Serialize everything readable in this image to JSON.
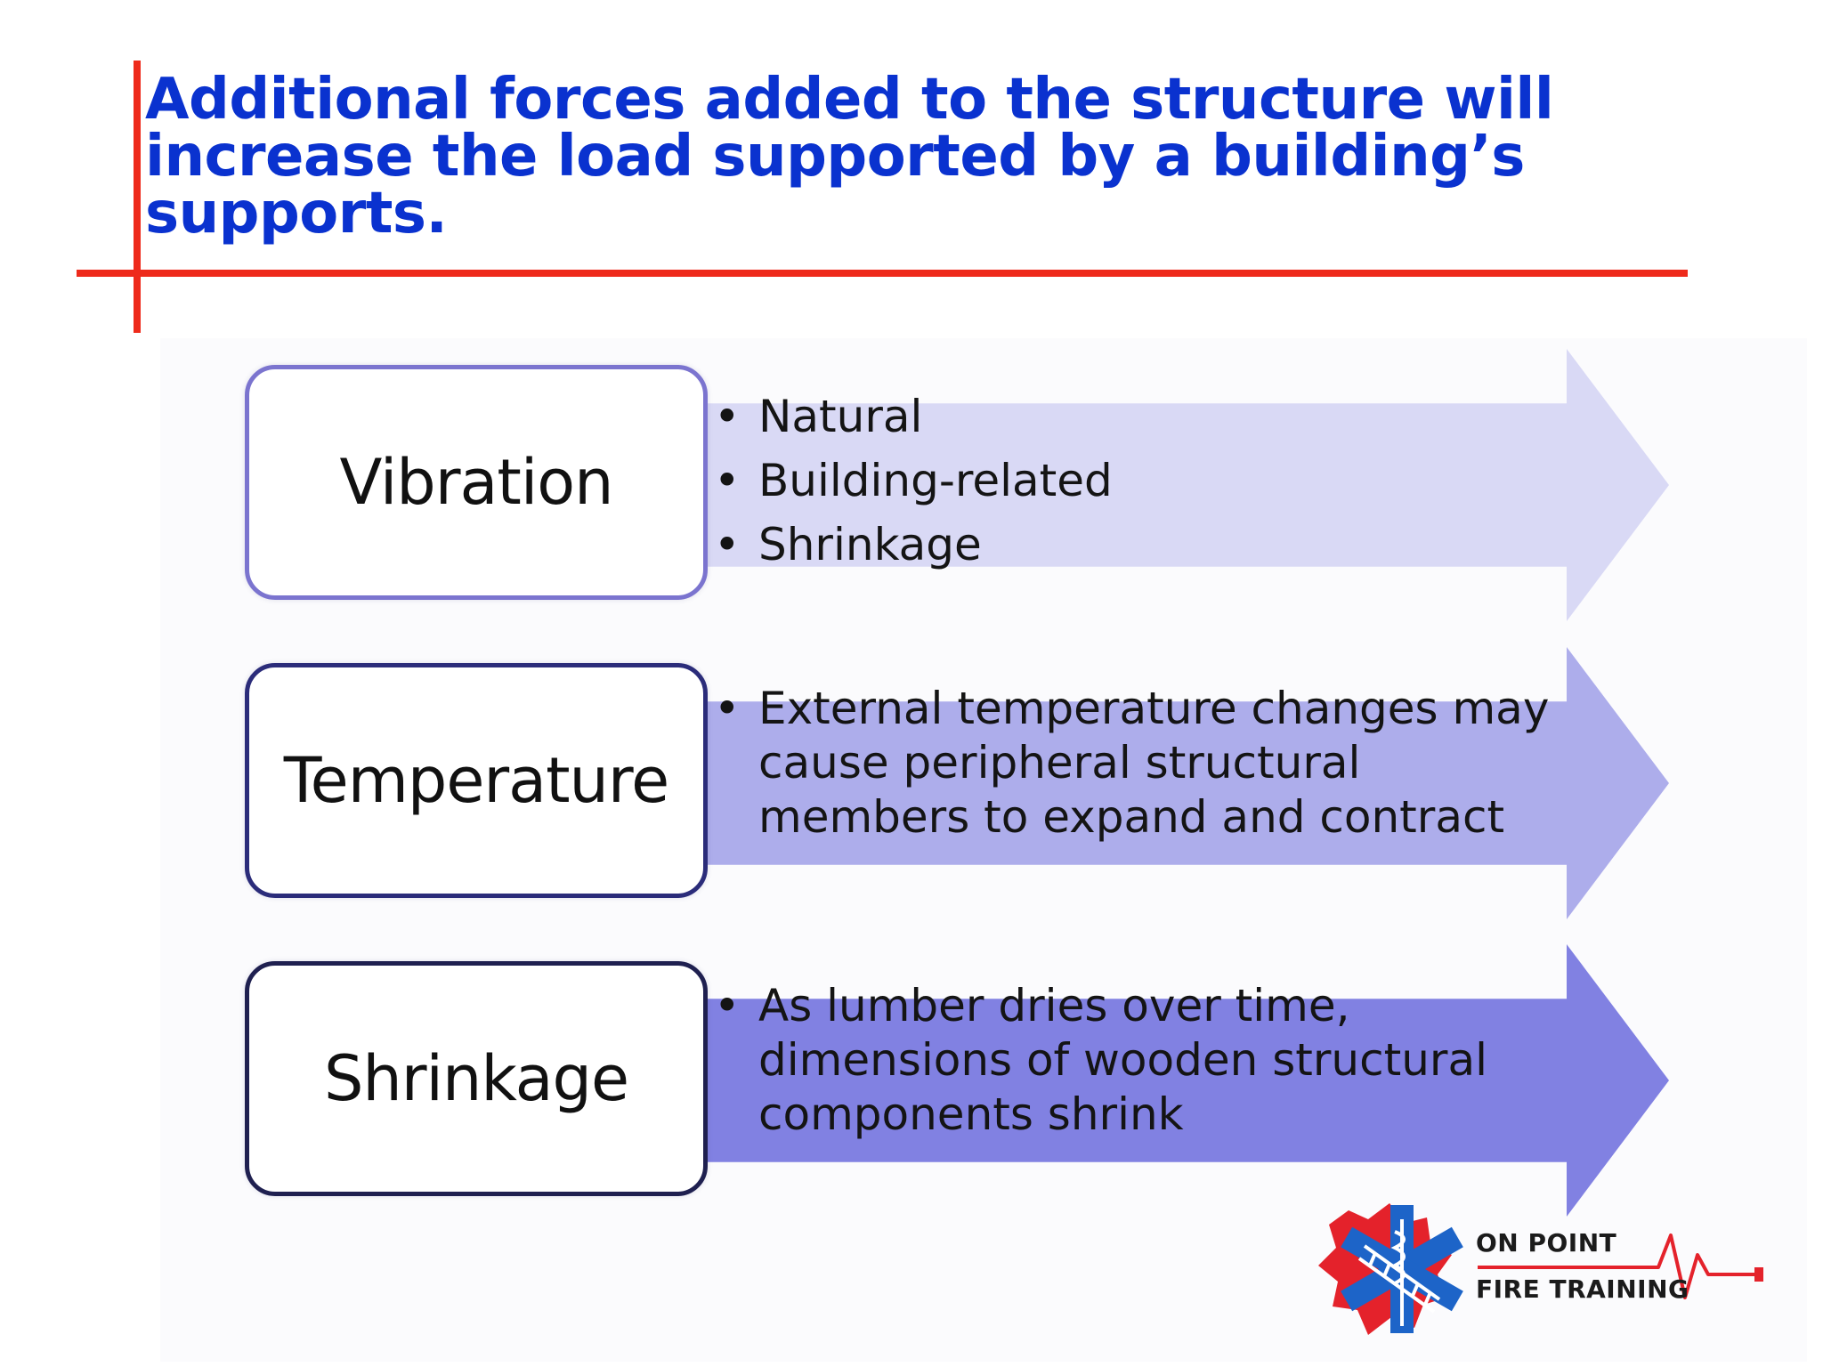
{
  "title": "Additional forces added to the structure will increase the load supported by a building’s supports.",
  "colors": {
    "title": "#0a32cf",
    "accent_lines": "#ee2a1b",
    "arrow_1": "#d9d9f5",
    "arrow_2": "#adadeb",
    "arrow_3": "#8181e2"
  },
  "bullet_symbol": "•",
  "rows": [
    {
      "label": "Vibration",
      "bullets": [
        "Natural",
        "Building-related",
        "Shrinkage"
      ]
    },
    {
      "label": "Temperature",
      "bullets": [
        "External temperature changes may cause peripheral structural members to expand and contract"
      ]
    },
    {
      "label": "Shrinkage",
      "bullets": [
        "As lumber dries over time, dimensions of wooden structural components shrink"
      ]
    }
  ],
  "logo": {
    "line1": "ON POINT",
    "line2": "FIRE TRAINING",
    "icon": "star-of-life-fire-badge-icon"
  }
}
